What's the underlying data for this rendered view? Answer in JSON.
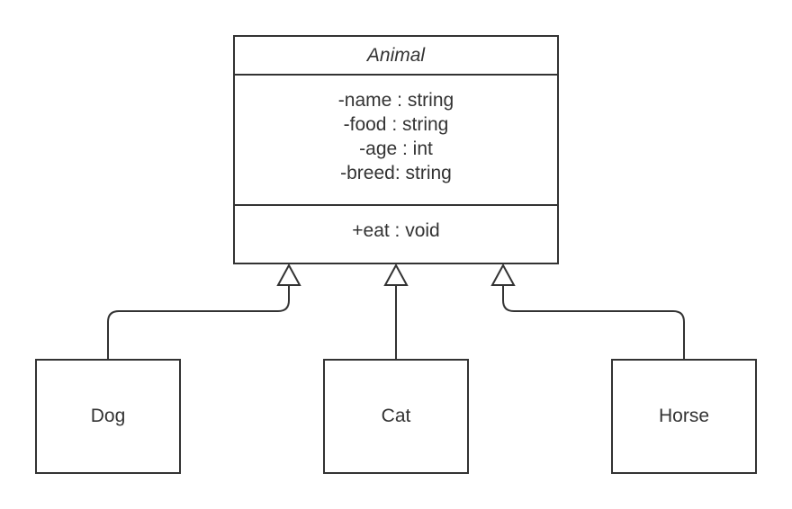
{
  "diagram": {
    "parent": {
      "name": "Animal",
      "attributes": [
        "-name : string",
        "-food : string",
        "-age : int",
        "-breed: string"
      ],
      "methods": [
        "+eat : void"
      ]
    },
    "children": [
      {
        "name": "Dog"
      },
      {
        "name": "Cat"
      },
      {
        "name": "Horse"
      }
    ],
    "relationship": "generalization"
  }
}
